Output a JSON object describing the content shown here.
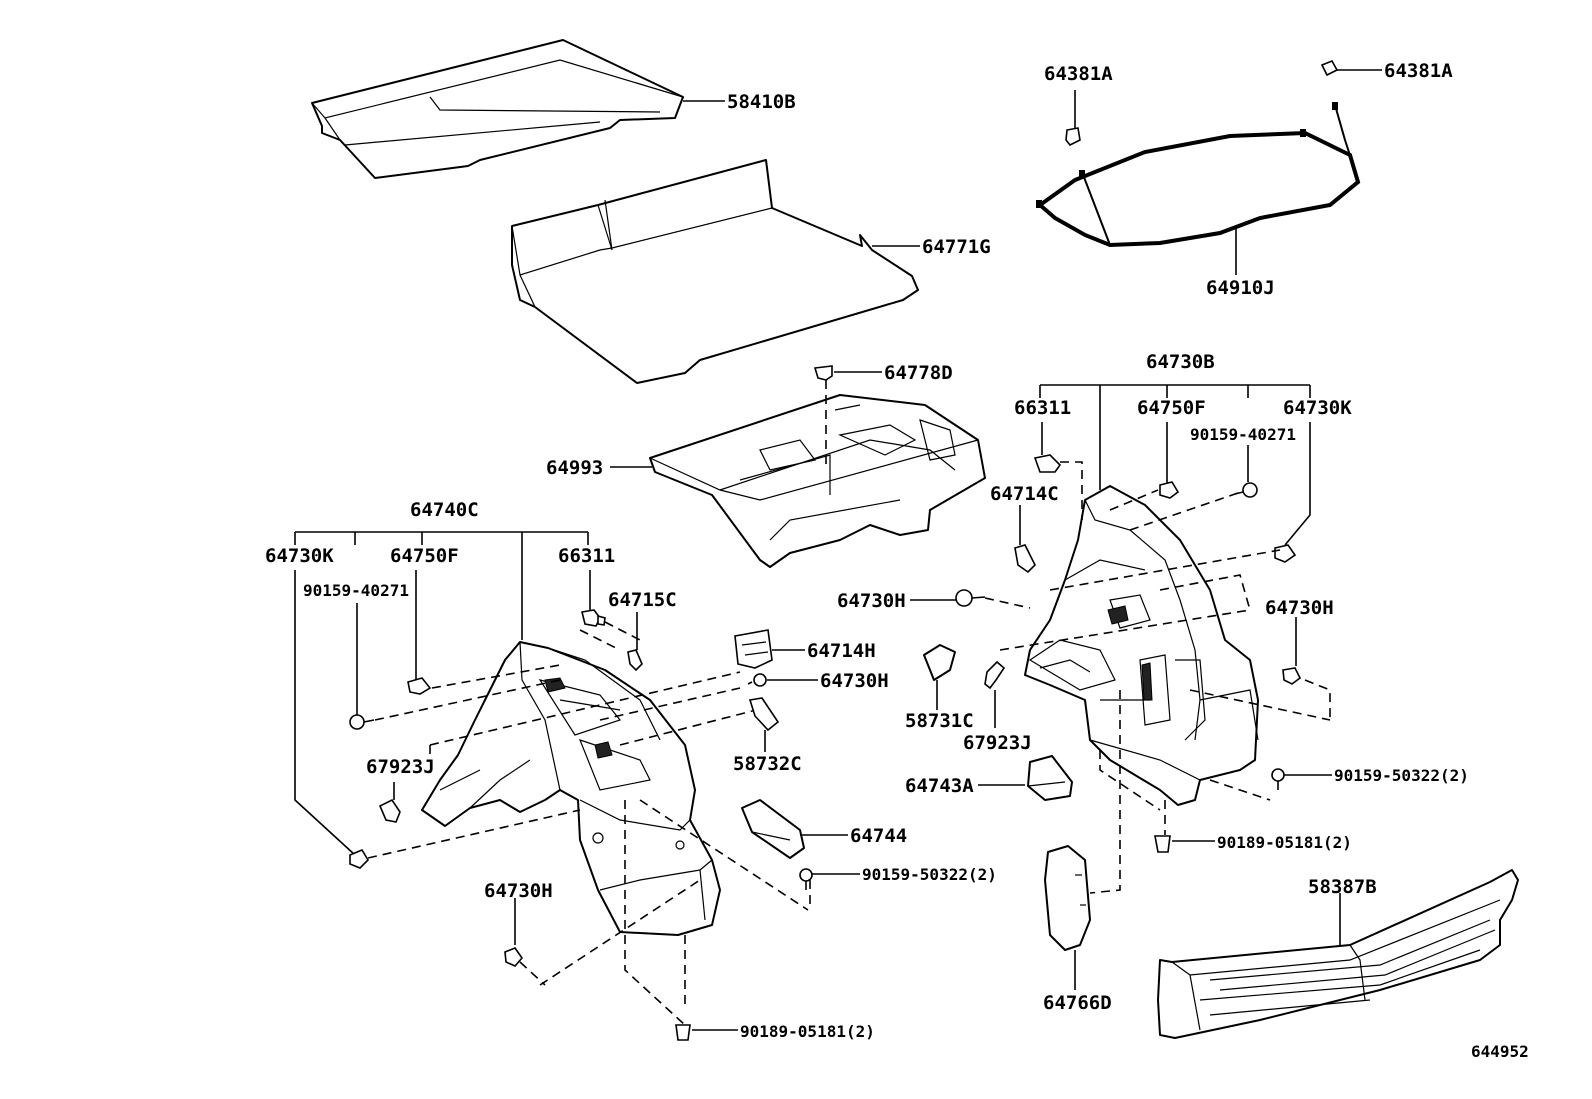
{
  "diagram": {
    "reference_number": "644952",
    "parts": {
      "p58410B": "58410B",
      "p64771G": "64771G",
      "p64381A_left": "64381A",
      "p64381A_right": "64381A",
      "p64910J": "64910J",
      "p64778D": "64778D",
      "p64993": "64993",
      "p64730B": "64730B",
      "p66311_right": "66311",
      "p64750F_right": "64750F",
      "p90159_40271_right": "90159-40271",
      "p64730K_right": "64730K",
      "p64714C": "64714C",
      "p64730H_mid": "64730H",
      "p64730H_right": "64730H",
      "p58731C": "58731C",
      "p67923J_right": "67923J",
      "p64743A": "64743A",
      "p90159_50322_right": "90159-50322(2)",
      "p90189_05181_right": "90189-05181(2)",
      "p64766D": "64766D",
      "p58387B": "58387B",
      "p64740C": "64740C",
      "p64730K_left": "64730K",
      "p64750F_left": "64750F",
      "p66311_left": "66311",
      "p90159_40271_left": "90159-40271",
      "p64715C": "64715C",
      "p64714H": "64714H",
      "p64730H_small": "64730H",
      "p58732C": "58732C",
      "p67923J_left": "67923J",
      "p64744": "64744",
      "p90159_50322_left": "90159-50322(2)",
      "p64730H_left": "64730H",
      "p90189_05181_left": "90189-05181(2)"
    }
  }
}
